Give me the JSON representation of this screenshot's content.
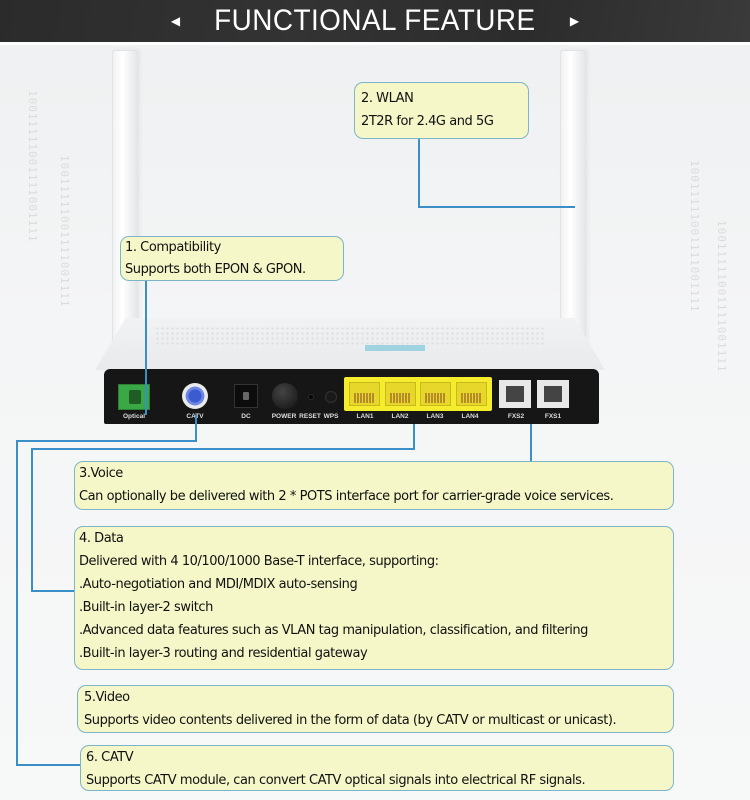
{
  "header": {
    "title": "FUNCTIONAL FEATURE",
    "left_arrow_icon": "◀",
    "right_arrow_icon": "▶"
  },
  "background": {
    "circuit_text": "10011111001111001111"
  },
  "router": {
    "ports": [
      {
        "id": "optical",
        "label": "Optical"
      },
      {
        "id": "catv",
        "label": "CATV"
      },
      {
        "id": "dc",
        "label": "DC"
      },
      {
        "id": "power",
        "label": "POWER"
      },
      {
        "id": "reset",
        "label": "RESET"
      },
      {
        "id": "wps",
        "label": "WPS"
      },
      {
        "id": "lan1",
        "label": "LAN1"
      },
      {
        "id": "lan2",
        "label": "LAN2"
      },
      {
        "id": "lan3",
        "label": "LAN3"
      },
      {
        "id": "lan4",
        "label": "LAN4"
      },
      {
        "id": "fxs2",
        "label": "FXS2"
      },
      {
        "id": "fxs1",
        "label": "FXS1"
      }
    ]
  },
  "colors": {
    "callout_fill": "#f5f7c8",
    "callout_border": "#7db4c9",
    "connector_line": "#3b8fc6",
    "header_bg": "#2b2b2b",
    "lan_yellow": "#f4ec2c",
    "optical_green": "#3aa845"
  },
  "features": [
    {
      "heading": "1. Compatibility",
      "lines": [
        "Supports both EPON & GPON."
      ]
    },
    {
      "heading": "2. WLAN",
      "lines": [
        "2T2R for 2.4G and 5G"
      ]
    },
    {
      "heading": "3.Voice",
      "lines": [
        "Can optionally be delivered with 2 * POTS interface port for carrier-grade voice services."
      ]
    },
    {
      "heading": "4. Data",
      "lines": [
        "Delivered with 4 10/100/1000 Base-T interface, supporting:",
        ".Auto-negotiation and MDI/MDIX auto-sensing",
        ".Built-in layer-2 switch",
        ".Advanced data features such as VLAN tag manipulation, classification, and filtering",
        ".Built-in layer-3 routing and residential gateway"
      ]
    },
    {
      "heading": "5.Video",
      "lines": [
        "Supports video contents delivered in the form of data (by CATV or multicast or unicast)."
      ]
    },
    {
      "heading": "6. CATV",
      "lines": [
        "Supports CATV module, can convert CATV optical signals into electrical RF signals."
      ]
    }
  ]
}
